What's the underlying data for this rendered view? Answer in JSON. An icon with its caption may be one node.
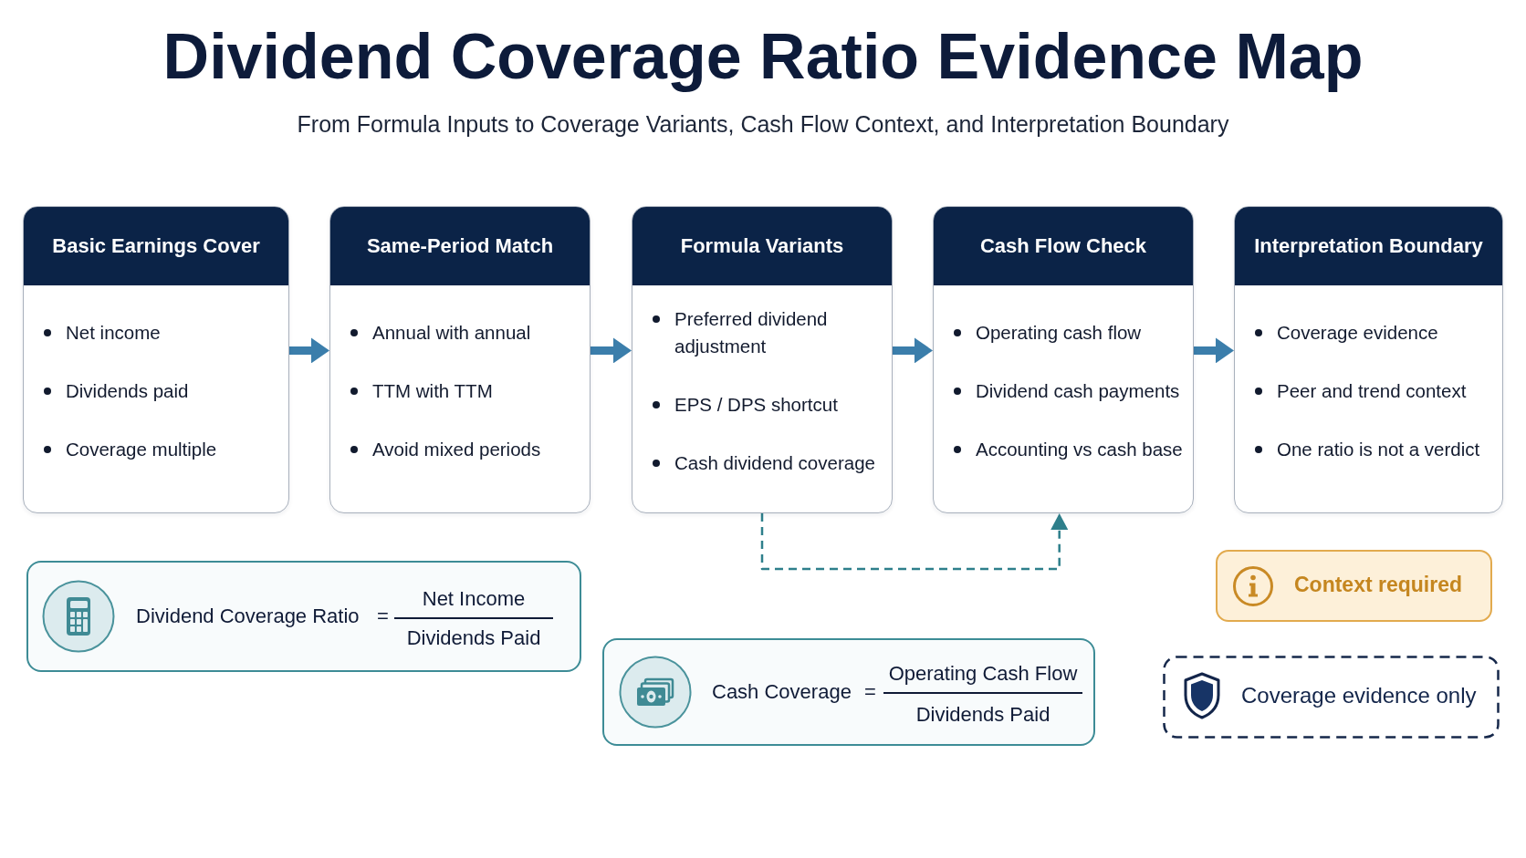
{
  "diagram": {
    "title": "Dividend Coverage Ratio Evidence Map",
    "nodes": [
      {
        "text": [
          "Basic Earnings Cover",
          "Net income",
          "Dividends paid",
          "Coverage multiple"
        ]
      },
      {
        "text": [
          "Same-Period Match",
          "Annual with annual",
          "TTM with TTM",
          "Avoid mixed periods"
        ]
      },
      {
        "text": [
          "Formula Variants",
          "Preferred dividend adjustment",
          "EPS / DPS shortcut",
          "Cash dividend coverage"
        ]
      },
      {
        "text": [
          "Cash Flow Check",
          "Operating cash flow",
          "Dividend cash payments",
          "Accounting vs cash base"
        ]
      },
      {
        "text": [
          "Interpretation Boundary",
          "Coverage evidence",
          "Peer and trend context",
          "One ratio is not a verdict"
        ]
      },
      {
        "text": [
          "Dividend Coverage Ratio",
          "=",
          "Net Income",
          "Dividends Paid"
        ]
      },
      {
        "text": [
          "Cash Coverage",
          "=",
          "Operating Cash Flow",
          "Dividends Paid"
        ]
      },
      {
        "text": [
          "Context required"
        ]
      },
      {
        "text": [
          "Coverage evidence only"
        ]
      }
    ],
    "edges": [
      {
        "from": 0,
        "to": 1,
        "arrow": "to"
      },
      {
        "from": 1,
        "to": 2,
        "arrow": "to"
      },
      {
        "from": 2,
        "to": 3,
        "arrow": "to"
      },
      {
        "from": 3,
        "to": 4,
        "arrow": "to"
      },
      {
        "from": 2,
        "to": 3,
        "arrow": "to",
        "style": "dashed",
        "color": "#2e7f8b"
      }
    ],
    "labels": [
      "From Formula Inputs to Coverage Variants, Cash Flow Context, and Interpretation Boundary"
    ]
  }
}
